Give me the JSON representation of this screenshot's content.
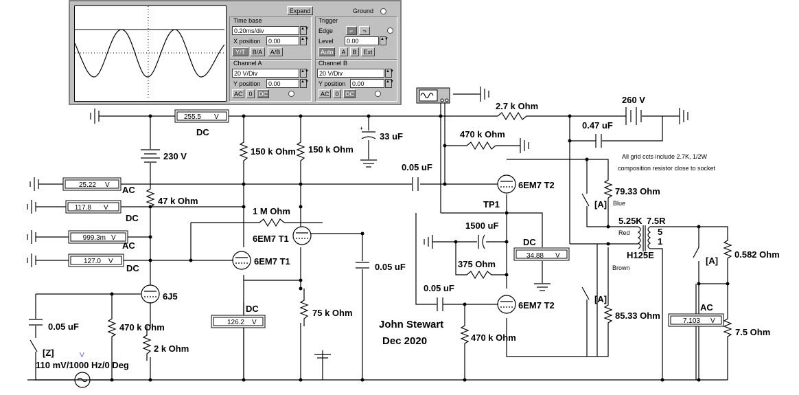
{
  "scope": {
    "expand_label": "Expand",
    "ground_label": "Ground",
    "timebase": {
      "title": "Time base",
      "value": "0.20ms/div",
      "xpos_label": "X position",
      "xpos_value": "0.00",
      "modes": [
        "Y/T",
        "B/A",
        "A/B"
      ]
    },
    "trigger": {
      "title": "Trigger",
      "edge_label": "Edge",
      "level_label": "Level",
      "level_value": "0.00",
      "sources": [
        "Auto",
        "A",
        "B",
        "Ext"
      ]
    },
    "channel_a": {
      "title": "Channel A",
      "value": "20 V/Div",
      "ypos_label": "Y position",
      "ypos_value": "0.00",
      "coupling": [
        "AC",
        "0",
        "DC"
      ]
    },
    "channel_b": {
      "title": "Channel B",
      "value": "20 V/Div",
      "ypos_label": "Y position",
      "ypos_value": "0.00",
      "coupling": [
        "AC",
        "0",
        "DC"
      ]
    }
  },
  "meters": {
    "m_top": "255.5",
    "m_1": "25.22",
    "m_2": "117.8",
    "m_3": "999.3m",
    "m_4": "127.0",
    "m_cath": "126.2",
    "m_tp1": "34.88",
    "m_out": "7.103",
    "unit": "V"
  },
  "labels": {
    "dc_top": "DC",
    "v230": "230 V",
    "r150a": "150 k Ohm",
    "r150b": "150 k Ohm",
    "c33": "33 uF",
    "r27": "2.7 k Ohm",
    "v260": "260 V",
    "c047": "0.47 uF",
    "r470a": "470 k Ohm",
    "note1": "All grid ccts include 2.7K, 1/2W",
    "note2": "composition resistor close to socket",
    "c005a": "0.05 uF",
    "t2a": "6EM7 T2",
    "ac1": "AC",
    "r47": "47 k Ohm",
    "r79": "79.33  Ohm",
    "sw_a1": "[A]",
    "blue": "Blue",
    "dc2": "DC",
    "r1m": "1 M Ohm",
    "tp1": "TP1",
    "tap1": "5.25K",
    "tap2": "7.5R",
    "c1500": "1500 uF",
    "red": "Red",
    "ac3": "AC",
    "t1a": "6EM7 T1",
    "dc_tp": "DC",
    "n5": "5",
    "n1": "1",
    "r375": "375  Ohm",
    "h125": "H125E",
    "dc4": "DC",
    "t1b": "6EM7 T1",
    "c005b": "0.05 uF",
    "brown": "Brown",
    "sw_a2": "[A]",
    "r0582": "0.582  Ohm",
    "tube6j5": "6J5",
    "c005c": "0.05 uF",
    "t2b": "6EM7 T2",
    "sw_a3": "[A]",
    "dc_cath": "DC",
    "r75": "75 k Ohm",
    "ac_out": "AC",
    "c005d": "0.05 uF",
    "r470b": "470 k Ohm",
    "author": "John Stewart",
    "date": "Dec 2020",
    "r470c": "470 k Ohm",
    "r85": "85.33  Ohm",
    "r75ohm": "7.5  Ohm",
    "sw_z": "[Z]",
    "r2k": "2 k Ohm",
    "src": "110 mV/1000 Hz/0 Deg",
    "src_mark": "V"
  }
}
